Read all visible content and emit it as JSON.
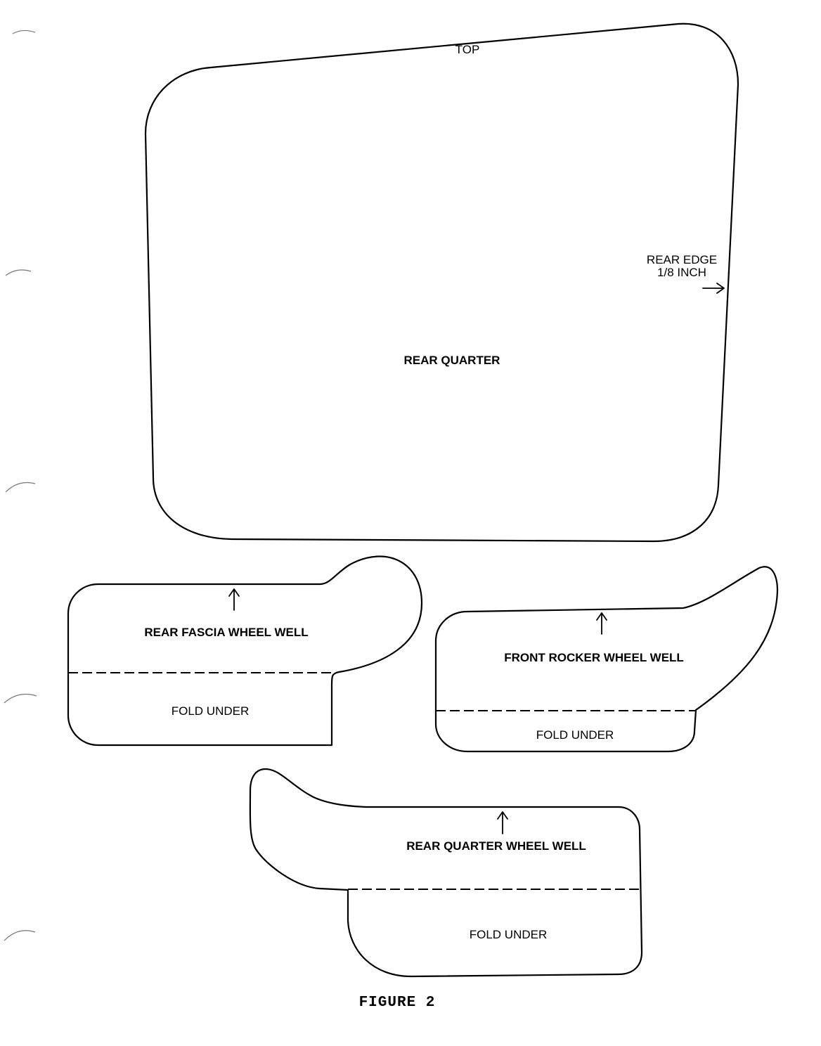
{
  "pieces": {
    "rear_quarter": {
      "name": "REAR QUARTER",
      "top_label": "TOP",
      "edge_note_line1": "REAR EDGE",
      "edge_note_line2": "1/8 INCH"
    },
    "rear_fascia_wheel_well": {
      "name": "REAR FASCIA WHEEL WELL",
      "fold_label": "FOLD UNDER"
    },
    "front_rocker_wheel_well": {
      "name": "FRONT ROCKER WHEEL WELL",
      "fold_label": "FOLD UNDER"
    },
    "rear_quarter_wheel_well": {
      "name": "REAR QUARTER WHEEL WELL",
      "fold_label": "FOLD UNDER"
    }
  },
  "figure": {
    "caption": "FIGURE 2"
  }
}
